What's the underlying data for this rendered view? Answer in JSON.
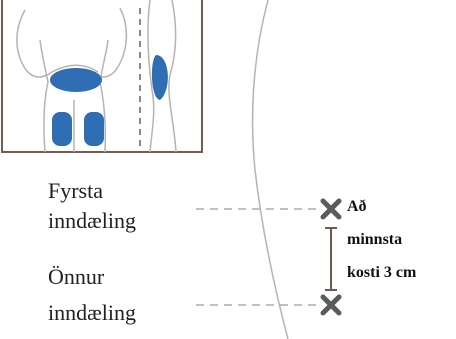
{
  "figure": {
    "colors": {
      "outline": "#7a5a4a",
      "body_outline": "#b8b3b0",
      "injection_site": "#2f6db5",
      "dashed_guide": "#b5a9a2",
      "marker": "#5a5a5a",
      "text": "#222222"
    },
    "icons": [
      "body-front-icon",
      "body-side-icon",
      "injection-site-icon",
      "cross-marker-icon"
    ]
  },
  "labels": {
    "first_injection_line1": "Fyrsta",
    "first_injection_line2": "inndæling",
    "second_injection_line1": "Önnur",
    "second_injection_line2": "inndæling",
    "distance_line1": "Að",
    "distance_line2": "minnsta",
    "distance_line3": "kosti 3 cm"
  }
}
